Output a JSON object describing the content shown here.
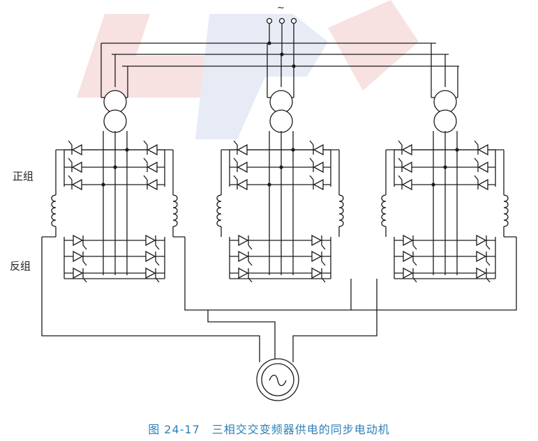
{
  "labels": {
    "forward_group": "正组",
    "reverse_group": "反组",
    "ac_symbol": "~"
  },
  "caption": "图 24-17　三相交交变频器供电的同步电动机",
  "colors": {
    "line": "#1a1a1a",
    "caption": "#2e7fb8",
    "watermark_red": "#f3c9c9",
    "watermark_blue": "#d3dcef"
  },
  "diagram": {
    "phases": 3,
    "thyristors_per_group_side": 3,
    "components": [
      "three-phase-ac-source",
      "isolation-transformer",
      "forward-thyristor-group",
      "reverse-thyristor-group",
      "smoothing-reactor",
      "synchronous-motor"
    ]
  }
}
